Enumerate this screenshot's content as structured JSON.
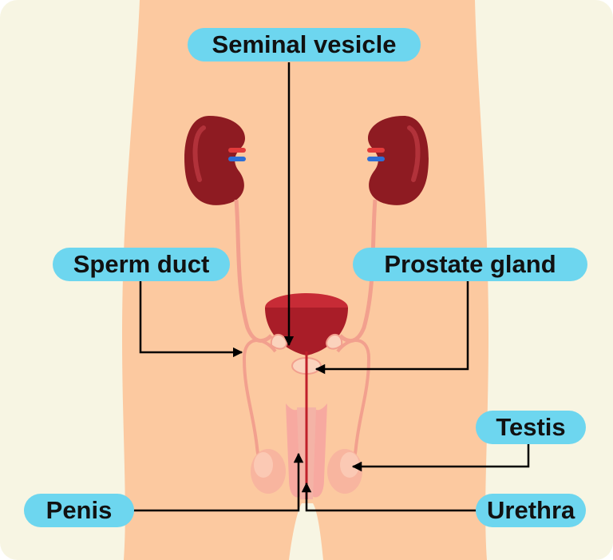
{
  "diagram": {
    "labels": {
      "seminal_vesicle": "Seminal vesicle",
      "sperm_duct": "Sperm duct",
      "prostate_gland": "Prostate gland",
      "testis": "Testis",
      "penis": "Penis",
      "urethra": "Urethra"
    },
    "colors": {
      "background": "#f7f5e3",
      "skin": "#fcc9a0",
      "kidney": "#8e1b22",
      "bladder": "#b01f2a",
      "duct": "#f2a08e",
      "label_fill": "#6dd6ef",
      "arrow": "#000000"
    }
  }
}
